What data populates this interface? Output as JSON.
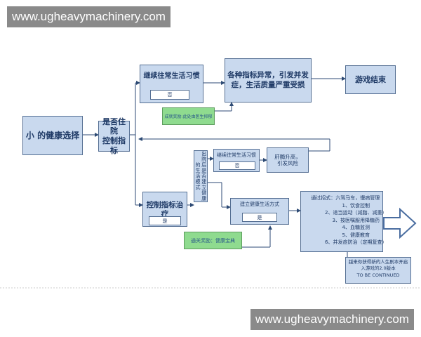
{
  "watermark_top": "www.ugheavymachinery.com",
  "watermark_bottom": "www.ugheavymachinery.com",
  "nodes": {
    "start": "小 的健康选择",
    "hospital_check": "是否住院\n控制指标",
    "continue_habit": "继续往常生活习惯",
    "continue_no": "否",
    "abnormal": "各种指标异常，引发并发\n症，生活质量严重受损",
    "game_over": "游戏结束",
    "reward1": "成就奖励:此处由医生抑郁",
    "control_treat": "控制指标治疗",
    "control_yes": "是",
    "discharge_q": "出院后是否建立健康的生活模式",
    "continue_habit2": "继续往常生活习惯",
    "continue2_no": "否",
    "liver_up": "肝酶升高，\n引发风险",
    "healthy_life": "建立健康生活方式",
    "healthy_yes": "是",
    "reward2": "通关奖励：健康宝典",
    "notes_title": "通过招式：六驾马车，慢病管理",
    "notes_items": [
      "1、饮食控制",
      "2、适当运动（减脂、减重）",
      "3、按医嘱服用降糖药",
      "4、血糖监测",
      "5、健康教育",
      "6、并发症防治（定期复查）"
    ],
    "continue_note": "越来你获得新的人生剧本开启\n入游戏的2.0版本\nTO BE CONTINUED"
  }
}
